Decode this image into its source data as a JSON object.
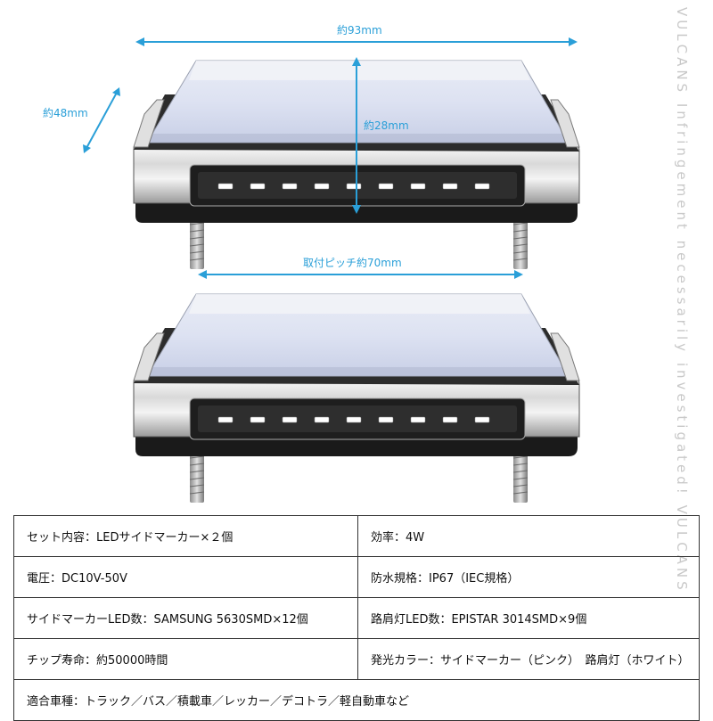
{
  "colors": {
    "dimension": "#2a9fd8",
    "led_white": "#ffffff",
    "frame_black": "#1a1a1a"
  },
  "dimensions": {
    "width": "約93mm",
    "depth": "約48mm",
    "height": "約28mm",
    "pitch": "取付ピッチ約70mm"
  },
  "watermark": "VULCANS Infringement necessarily investigated! VULCANS",
  "specs": {
    "set_contents": "セット内容：LEDサイドマーカー×２個",
    "efficiency": "効率：4W",
    "voltage": "電圧：DC10V-50V",
    "waterproof": "防水規格：IP67（IEC規格）",
    "side_marker_leds": "サイドマーカーLED数：SAMSUNG 5630SMD×12個",
    "road_light_leds": "路肩灯LED数：EPISTAR 3014SMD×9個",
    "chip_life": "チップ寿命：約50000時間",
    "light_color": "発光カラー：サイドマーカー（ピンク）　路肩灯（ホワイト）",
    "compatible": "適合車種：トラック／バス／積載車／レッカー／デコトラ／軽自動車など"
  },
  "products": [
    {
      "name": "top",
      "led_count": 9
    },
    {
      "name": "bottom",
      "led_count": 9
    }
  ]
}
